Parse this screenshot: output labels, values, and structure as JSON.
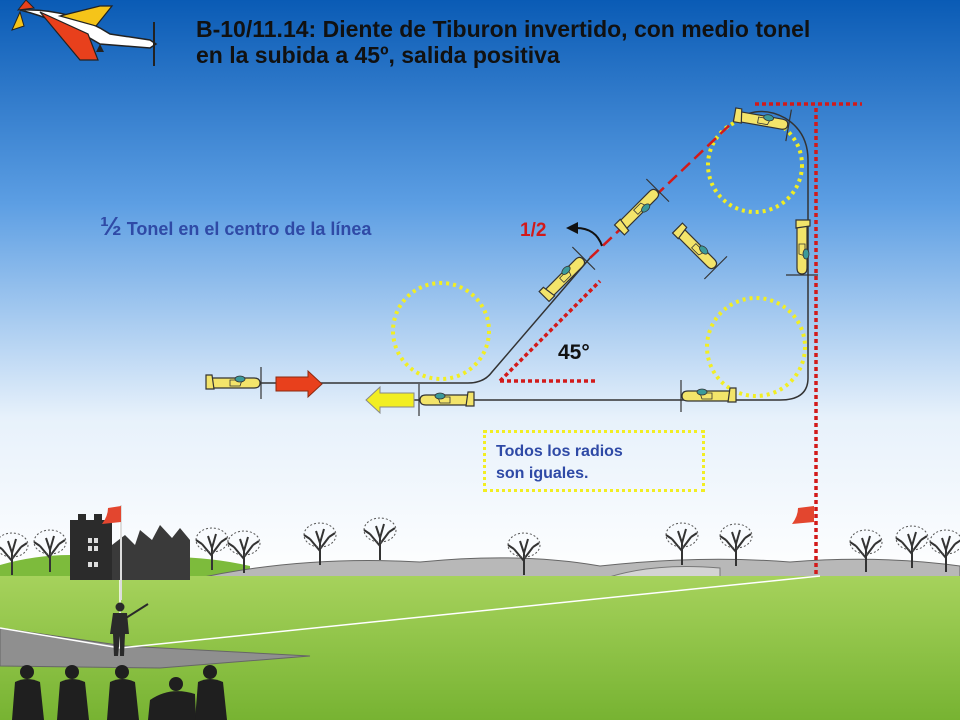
{
  "title": {
    "line1": "B-10/11.14: Diente de Tiburon invertido, con medio tonel",
    "line2": "en la subida a 45º, salida positiva"
  },
  "annotations": {
    "half_roll_glyph": "½",
    "half_roll_text": " Tonel en el centro de la línea",
    "half_mark": "1/2",
    "angle": "45°"
  },
  "note": {
    "line1": "Todos los radios",
    "line2": "son iguales."
  },
  "colors": {
    "sky_top": "#0a5bb5",
    "sky_bottom": "#ffffff",
    "grass": "#8dc641",
    "radius_circle": "#f2ee22",
    "reference_line": "#d21a1a",
    "entry_arrow": "#e8401c",
    "exit_arrow": "#f2ee22",
    "airplane": "#f3e46a"
  },
  "icons": {
    "logo": "aerobatic-plane-icon",
    "entry_arrow": "arrow-right-icon",
    "exit_arrow": "arrow-left-icon",
    "roll_arrow": "curved-arrow-icon",
    "flag": "flag-icon"
  }
}
